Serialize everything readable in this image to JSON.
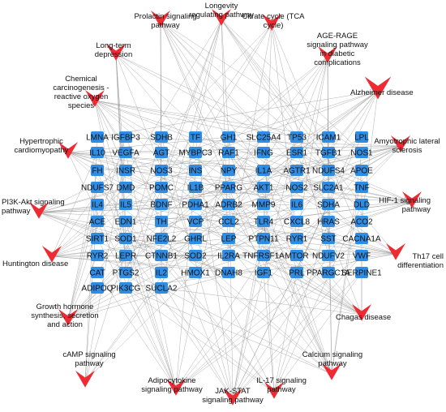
{
  "colors": {
    "gene_node": "#2f8de4",
    "pathway_node": "#ee2b33",
    "edge": "#8a8a8a",
    "label": "#111111"
  },
  "genes": [
    "LMNA",
    "IGFBP3",
    "SDHB",
    "TF",
    "GH1",
    "SLC25A4",
    "TP53",
    "ICAM1",
    "LPL",
    "IL10",
    "VEGFA",
    "AGT",
    "MYBPC3",
    "RAF1",
    "IFNG",
    "ESR1",
    "TGFB1",
    "NOS1",
    "FH",
    "INSR",
    "NOS3",
    "INS",
    "NPY",
    "IL1A",
    "AGTR1",
    "NDUFS4",
    "APOE",
    "NDUFS7",
    "DMD",
    "POMC",
    "IL1B",
    "PPARG",
    "AKT1",
    "NOS2",
    "SLC2A1",
    "TNF",
    "IL4",
    "IL5",
    "BDNF",
    "PDHA1",
    "ADRB2",
    "MMP9",
    "IL6",
    "SDHA",
    "DLD",
    "ACE",
    "EDN1",
    "TH",
    "VCP",
    "CCL2",
    "TLR4",
    "CXCL8",
    "HRAS",
    "ACO2",
    "SIRT1",
    "SOD1",
    "NFE2L2",
    "GHRL",
    "LEP",
    "PTPN11",
    "RYR1",
    "SST",
    "CACNA1A",
    "RYR2",
    "LEPR",
    "CTNNB1",
    "SOD2",
    "IL2RA",
    "TNFRSF1A",
    "MTOR",
    "NDUFV2",
    "VWF",
    "CAT",
    "PTGS2",
    "IL2",
    "HMOX1",
    "DNAH8",
    "IGF1",
    "PRL",
    "PPARGC1A",
    "SERPINE1",
    "ADIPOQ",
    "PIK3CG",
    "SUCLA2"
  ],
  "pathways": [
    "Longevity regulating pathway",
    "Prolactin signaling pathway",
    "Citrate cycle (TCA cycle)",
    "Long-term depression",
    "AGE-RAGE signaling pathway in diabetic complications",
    "Chemical carcinogenesis - reactive oxygen species",
    "Alzheimer disease",
    "Hypertrophic cardiomyopathy",
    "Amyotrophic lateral sclerosis",
    "PI3K-Akt signaling pathway",
    "HIF-1 signaling pathway",
    "Huntington disease",
    "Th17 cell differentiation",
    "Growth hormone synthesis, secretion and action",
    "Chagas disease",
    "cAMP signaling pathway",
    "Calcium signaling pathway",
    "Adipocytokine signaling pathway",
    "IL-17 signaling pathway",
    "JAK-STAT signaling pathway"
  ]
}
